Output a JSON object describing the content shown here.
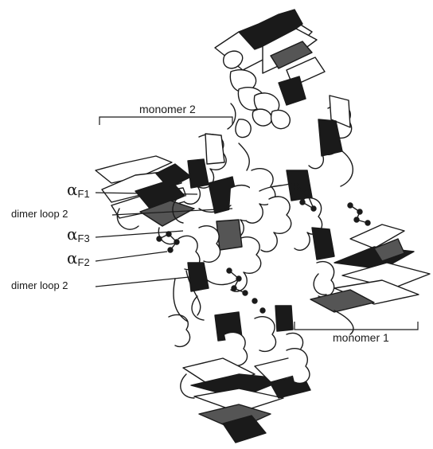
{
  "labels": {
    "monomer2": "monomer 2",
    "monomer1": "monomer 1",
    "alpha_symbol": "α",
    "alpha_f1_sub": "F1",
    "dimer_loop_upper": "dimer loop 2",
    "alpha_f3_sub": "F3",
    "alpha_f2_sub": "F2",
    "dimer_loop_lower": "dimer loop 2"
  },
  "colors": {
    "ink": "#1a1a1a",
    "shade": "#555555",
    "background": "#ffffff"
  }
}
